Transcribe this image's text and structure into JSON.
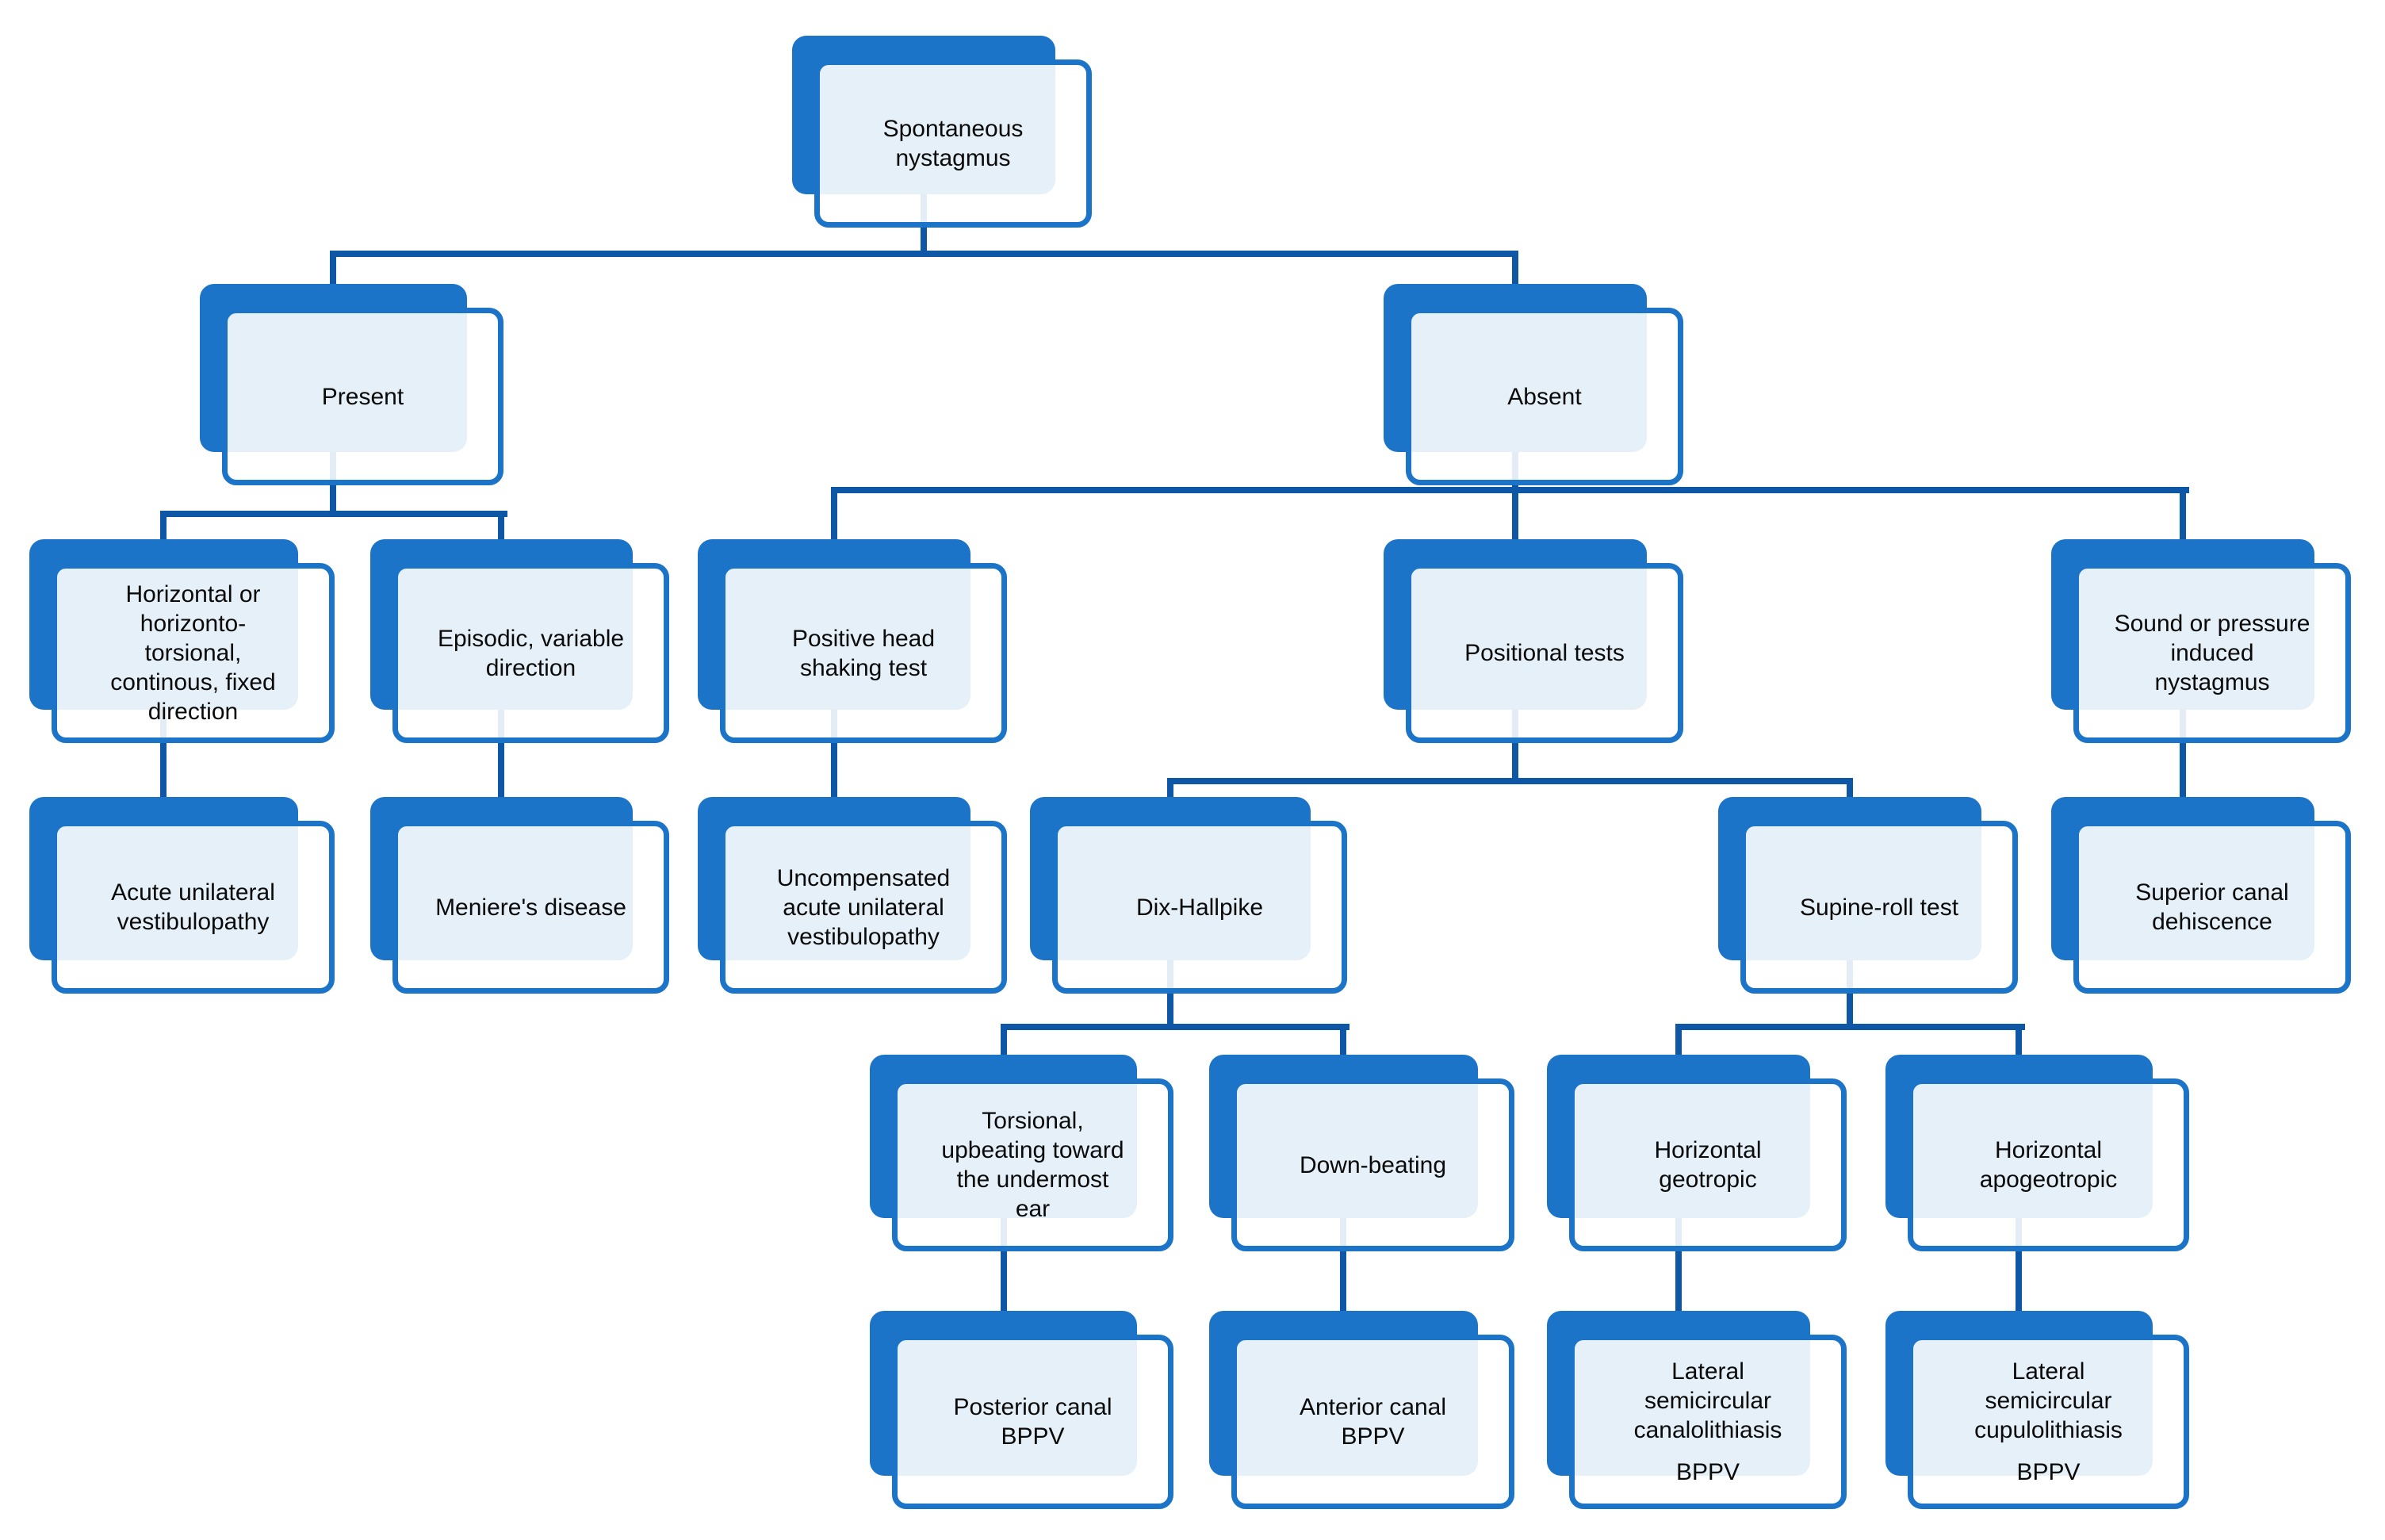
{
  "diagram": {
    "type": "flowchart-decision-tree",
    "topic": "Spontaneous nystagmus evaluation",
    "palette": {
      "box_accent": "#1B74C8",
      "connector": "#0D57A6",
      "box_tint": "#EAEFF8",
      "text": "#0a0a0a",
      "background": "#ffffff"
    },
    "nodes": {
      "spontaneous": {
        "label": "Spontaneous\nnystagmus",
        "children": [
          "present",
          "absent"
        ]
      },
      "present": {
        "label": "Present",
        "children": [
          "horizontal_torsional",
          "episodic"
        ]
      },
      "absent": {
        "label": "Absent",
        "children": [
          "positive_head_shaking",
          "positional_tests",
          "sound_pressure"
        ]
      },
      "horizontal_torsional": {
        "label": "Horizontal or\nhorizonto-\ntorsional,\ncontinous, fixed\ndirection",
        "children": [
          "acute_unilateral"
        ]
      },
      "episodic": {
        "label": "Episodic, variable\ndirection",
        "children": [
          "meniere"
        ]
      },
      "positive_head_shaking": {
        "label": "Positive head\nshaking test",
        "children": [
          "uncompensated"
        ]
      },
      "positional_tests": {
        "label": "Positional tests",
        "children": [
          "dix_hallpike",
          "supine_roll"
        ]
      },
      "sound_pressure": {
        "label": "Sound or pressure\ninduced\nnystagmus",
        "children": [
          "superior_canal"
        ]
      },
      "acute_unilateral": {
        "label": "Acute unilateral\nvestibulopathy",
        "children": []
      },
      "meniere": {
        "label": "Meniere's disease",
        "children": []
      },
      "uncompensated": {
        "label": "Uncompensated\nacute unilateral\nvestibulopathy",
        "children": []
      },
      "dix_hallpike": {
        "label": "Dix-Hallpike",
        "children": [
          "torsional_upbeating",
          "down_beating"
        ]
      },
      "supine_roll": {
        "label": "Supine-roll test",
        "children": [
          "horizontal_geotropic",
          "horizontal_apogeotropic"
        ]
      },
      "superior_canal": {
        "label": "Superior canal\ndehiscence",
        "children": []
      },
      "torsional_upbeating": {
        "label": "Torsional,\nupbeating toward\nthe undermost\near",
        "children": [
          "posterior_bppv"
        ]
      },
      "down_beating": {
        "label": "Down-beating",
        "children": [
          "anterior_bppv"
        ]
      },
      "horizontal_geotropic": {
        "label": "Horizontal\ngeotropic",
        "children": [
          "lateral_canalolithiasis"
        ]
      },
      "horizontal_apogeotropic": {
        "label": "Horizontal\napogeotropic",
        "children": [
          "lateral_cupulolithiasis"
        ]
      },
      "posterior_bppv": {
        "label": "Posterior canal\nBPPV",
        "children": []
      },
      "anterior_bppv": {
        "label": "Anterior canal\nBPPV",
        "children": []
      },
      "lateral_canalolithiasis": {
        "label": "Lateral\nsemicircular\ncanalolithiasis",
        "sublabel": "BPPV",
        "children": []
      },
      "lateral_cupulolithiasis": {
        "label": "Lateral\nsemicircular\ncupulolithiasis",
        "sublabel": "BPPV",
        "children": []
      }
    }
  }
}
